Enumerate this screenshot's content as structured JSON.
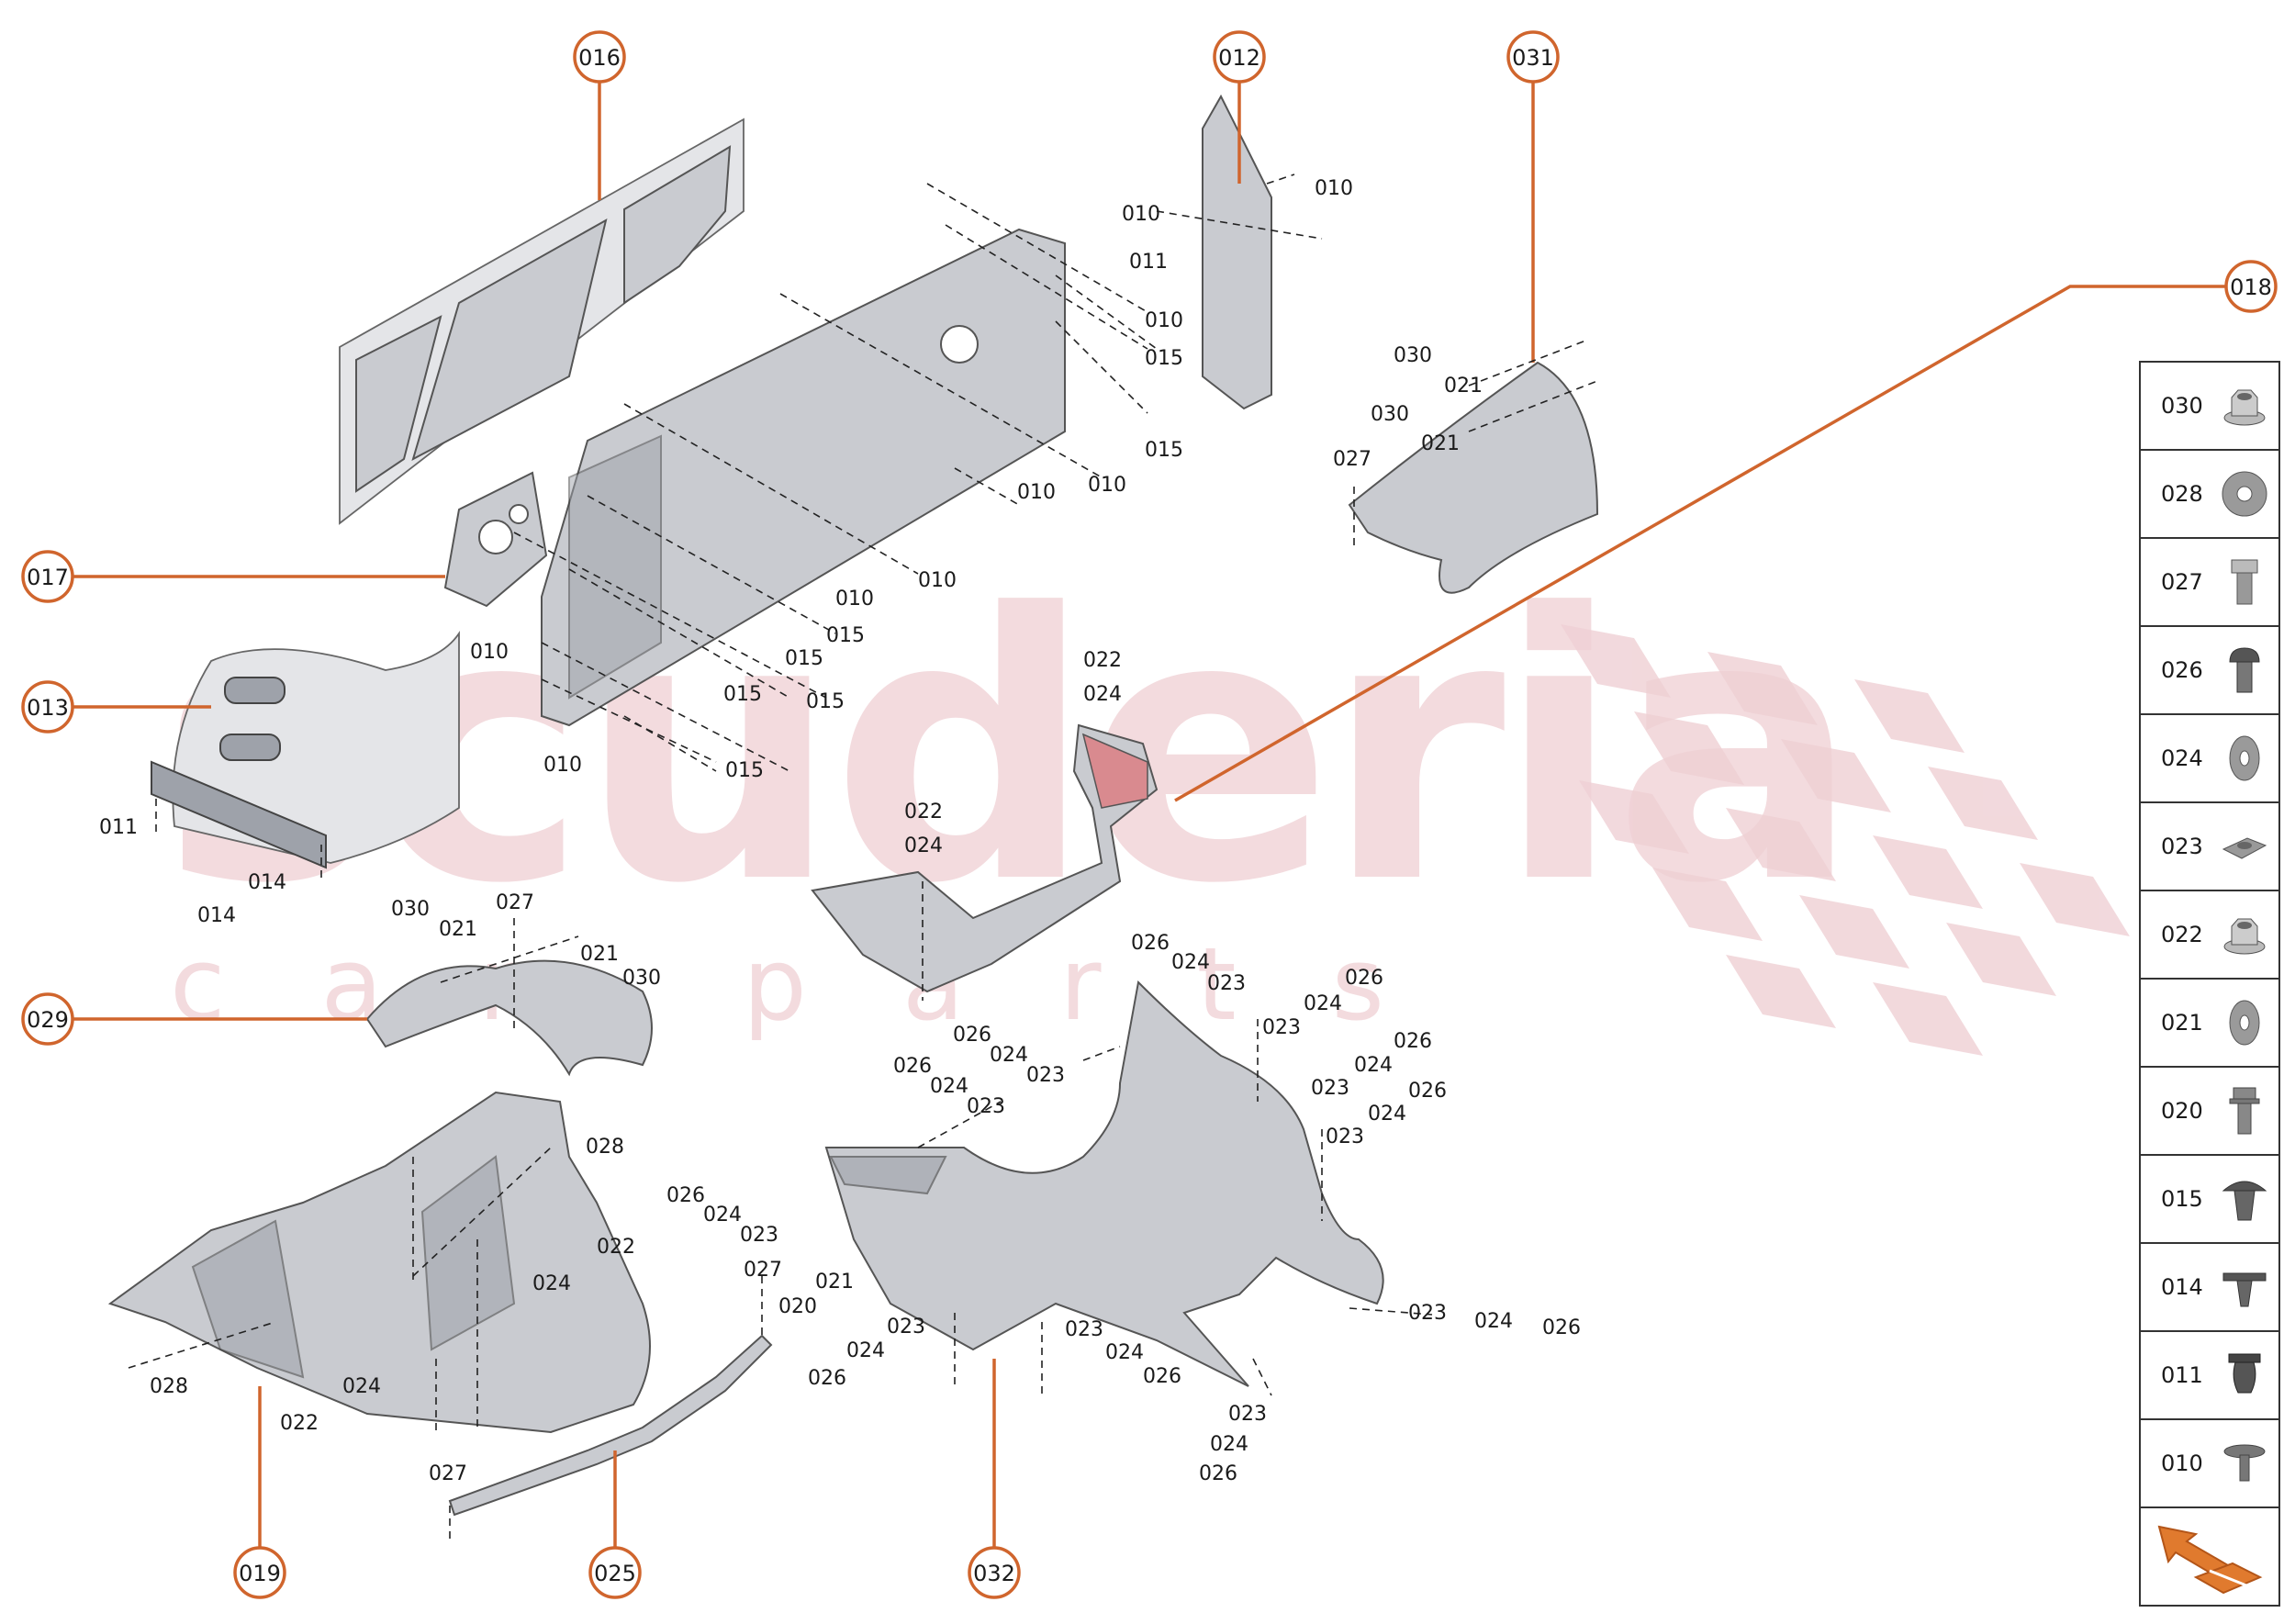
{
  "callouts": [
    {
      "id": "016",
      "label": "016"
    },
    {
      "id": "012",
      "label": "012"
    },
    {
      "id": "031",
      "label": "031"
    },
    {
      "id": "018",
      "label": "018"
    },
    {
      "id": "017",
      "label": "017"
    },
    {
      "id": "013",
      "label": "013"
    },
    {
      "id": "029",
      "label": "029"
    },
    {
      "id": "019",
      "label": "019"
    },
    {
      "id": "025",
      "label": "025"
    },
    {
      "id": "032",
      "label": "032"
    }
  ],
  "part_labels": {
    "l010a": "010",
    "l010b": "010",
    "l011a": "011",
    "l010c": "010",
    "l015a": "015",
    "l015b": "015",
    "l010d": "010",
    "l010e": "010",
    "l010f": "010",
    "l010g": "010",
    "l015c": "015",
    "l015d": "015",
    "l015e": "015",
    "l015f": "015",
    "l010h": "010",
    "l015g": "015",
    "l010i": "010",
    "l011b": "011",
    "l014a": "014",
    "l014b": "014",
    "l030a": "030",
    "l021a": "021",
    "l030b": "030",
    "l021b": "021",
    "l027a": "027",
    "l022a": "022",
    "l024a": "024",
    "l022b": "022",
    "l024b": "024",
    "l030c": "030",
    "l021c": "021",
    "l027b": "027",
    "l021d": "021",
    "l030d": "030",
    "l026a": "026",
    "l024c": "024",
    "l023a": "023",
    "l026b": "026",
    "l024d": "024",
    "l023b": "023",
    "l026c": "026",
    "l024e": "024",
    "l023c": "023",
    "l026d": "026",
    "l024f": "024",
    "l023d": "023",
    "l026e": "026",
    "l024g": "024",
    "l023e": "023",
    "l026f": "026",
    "l024h": "024",
    "l023f": "023",
    "l028a": "028",
    "l022c": "022",
    "l024i": "024",
    "l028b": "028",
    "l024j": "024",
    "l022d": "022",
    "l027c": "027",
    "l026g": "026",
    "l024k": "024",
    "l023g": "023",
    "l027d": "027",
    "l020a": "020",
    "l021e": "021",
    "l023h": "023",
    "l024l": "024",
    "l026h": "026",
    "l023i": "023",
    "l024m": "024",
    "l026i": "026",
    "l023j": "023",
    "l024n": "024",
    "l026j": "026",
    "l023k": "023",
    "l024o": "024",
    "l026k": "026"
  },
  "watermark": {
    "main": "scuderia",
    "sub": "car parts"
  },
  "legend": [
    {
      "code": "030",
      "icon": "flanged-nut-icon"
    },
    {
      "code": "028",
      "icon": "washer-icon"
    },
    {
      "code": "027",
      "icon": "hex-bolt-icon"
    },
    {
      "code": "026",
      "icon": "round-head-screw-icon"
    },
    {
      "code": "024",
      "icon": "washer-icon"
    },
    {
      "code": "023",
      "icon": "speed-nut-clip-icon"
    },
    {
      "code": "022",
      "icon": "flanged-nut-icon"
    },
    {
      "code": "021",
      "icon": "washer-icon"
    },
    {
      "code": "020",
      "icon": "flange-bolt-icon"
    },
    {
      "code": "015",
      "icon": "push-rivet-icon"
    },
    {
      "code": "014",
      "icon": "push-clip-icon"
    },
    {
      "code": "011",
      "icon": "expansion-rivet-icon"
    },
    {
      "code": "010",
      "icon": "mushroom-clip-icon"
    }
  ],
  "colors": {
    "accent": "#d0652d",
    "watermark": "#efd0d4",
    "part_fill": "#c9cbd0",
    "part_tint": "#f1dadc"
  }
}
